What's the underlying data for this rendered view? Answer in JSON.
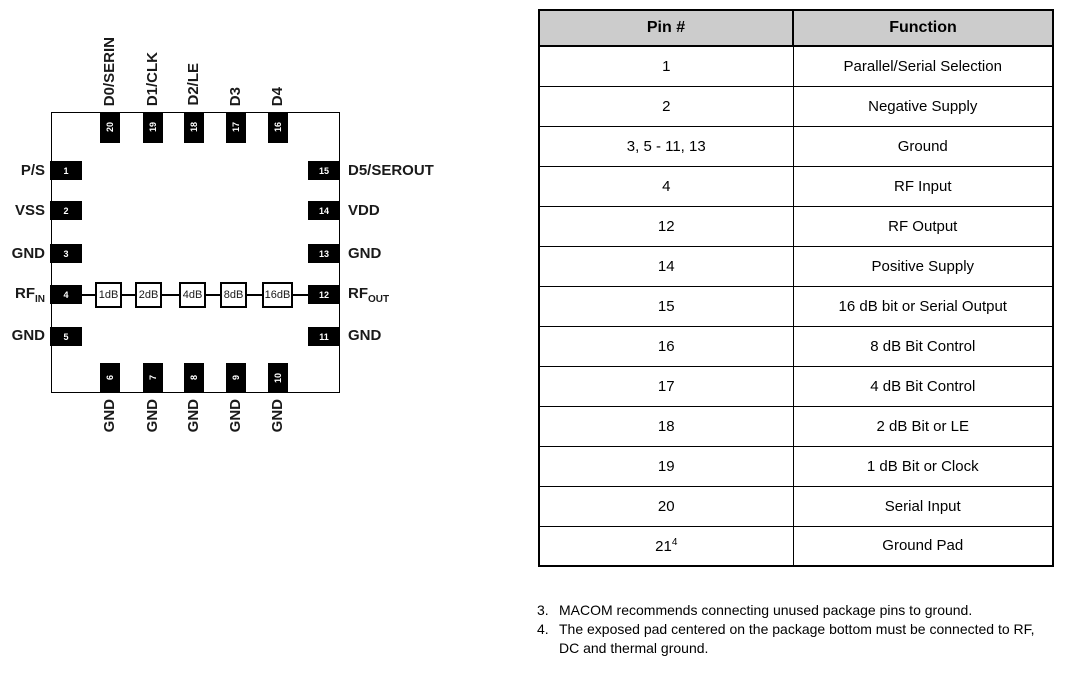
{
  "diagram": {
    "top_pins": [
      {
        "num": "20",
        "label": "D0/SERIN"
      },
      {
        "num": "19",
        "label": "D1/CLK"
      },
      {
        "num": "18",
        "label": "D2/LE"
      },
      {
        "num": "17",
        "label": "D3"
      },
      {
        "num": "16",
        "label": "D4"
      }
    ],
    "left_pins": [
      {
        "num": "1",
        "label": "P/S"
      },
      {
        "num": "2",
        "label": "VSS"
      },
      {
        "num": "3",
        "label": "GND"
      },
      {
        "num": "4",
        "label": "RF",
        "sub": "IN"
      },
      {
        "num": "5",
        "label": "GND"
      }
    ],
    "right_pins": [
      {
        "num": "15",
        "label": "D5/SEROUT"
      },
      {
        "num": "14",
        "label": "VDD"
      },
      {
        "num": "13",
        "label": "GND"
      },
      {
        "num": "12",
        "label": "RF",
        "sub": "OUT"
      },
      {
        "num": "11",
        "label": "GND"
      }
    ],
    "bottom_pins": [
      {
        "num": "6",
        "label": "GND"
      },
      {
        "num": "7",
        "label": "GND"
      },
      {
        "num": "8",
        "label": "GND"
      },
      {
        "num": "9",
        "label": "GND"
      },
      {
        "num": "10",
        "label": "GND"
      }
    ],
    "attenuators": [
      "1dB",
      "2dB",
      "4dB",
      "8dB",
      "16dB"
    ]
  },
  "table": {
    "headers": [
      "Pin #",
      "Function"
    ],
    "rows": [
      {
        "pin": "1",
        "function": "Parallel/Serial Selection"
      },
      {
        "pin": "2",
        "function": "Negative Supply"
      },
      {
        "pin": "3, 5 - 11, 13",
        "function": "Ground"
      },
      {
        "pin": "4",
        "function": "RF Input"
      },
      {
        "pin": "12",
        "function": "RF Output"
      },
      {
        "pin": "14",
        "function": "Positive Supply"
      },
      {
        "pin": "15",
        "function": "16 dB bit or Serial Output"
      },
      {
        "pin": "16",
        "function": "8 dB Bit Control"
      },
      {
        "pin": "17",
        "function": "4 dB Bit Control"
      },
      {
        "pin": "18",
        "function": "2 dB Bit or LE"
      },
      {
        "pin": "19",
        "function": "1 dB Bit or Clock"
      },
      {
        "pin": "20",
        "function": "Serial Input"
      },
      {
        "pin": "21",
        "pin_sup": "4",
        "function": "Ground Pad"
      }
    ]
  },
  "notes": [
    {
      "num": "3.",
      "text": "MACOM recommends connecting unused package pins to ground."
    },
    {
      "num": "4.",
      "text": "The exposed pad centered on the package bottom must be connected to RF, DC and thermal ground."
    }
  ],
  "colors": {
    "pin_fill": "#000000",
    "pin_text": "#ffffff",
    "table_header_bg": "#cccccc",
    "border": "#000000"
  }
}
